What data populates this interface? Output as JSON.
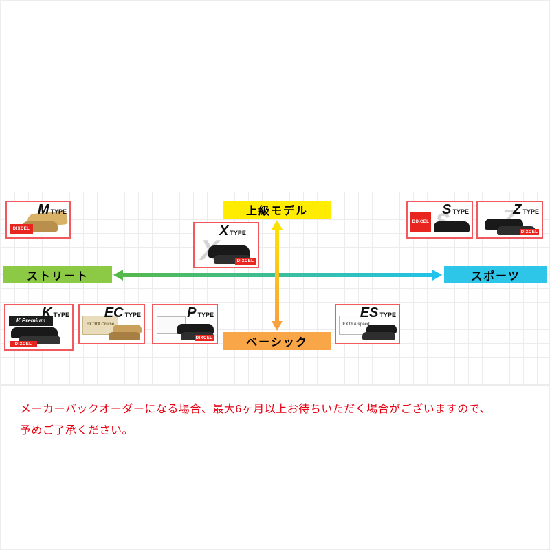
{
  "colors": {
    "card_border": "#f2595f",
    "grid_line": "#ececec",
    "axis_top_bg": "#ffec00",
    "axis_bottom_bg": "#f9a648",
    "axis_left_bg": "#8cc945",
    "axis_right_bg": "#2ec6e8",
    "arrow_horizontal": [
      "#55b84b",
      "#22c3e8"
    ],
    "arrow_vertical": [
      "#ffe100",
      "#f9a13c"
    ],
    "brand_red": "#e8251f",
    "notice_text": "#e60012"
  },
  "axes": {
    "top": {
      "label": "上級モデル"
    },
    "bottom": {
      "label": "ベーシック"
    },
    "left": {
      "label": "ストリート"
    },
    "right": {
      "label": "スポーツ"
    }
  },
  "products": {
    "m": {
      "letter": "M",
      "type_word": "TYPE",
      "brand": "DIXCEL"
    },
    "x": {
      "letter": "X",
      "type_word": "TYPE",
      "brand": "DIXCEL",
      "watermark": "X"
    },
    "s": {
      "letter": "S",
      "type_word": "TYPE",
      "brand": "DIXCEL",
      "watermark": "S"
    },
    "z": {
      "letter": "Z",
      "type_word": "TYPE",
      "brand": "DIXCEL",
      "watermark": "Z"
    },
    "k": {
      "letter": "K",
      "type_word": "TYPE",
      "brand": "DIXCEL",
      "plate": "K Premium"
    },
    "ec": {
      "letter": "EC",
      "type_word": "TYPE",
      "plate": "EXTRA Cruise"
    },
    "p": {
      "letter": "P",
      "type_word": "TYPE",
      "brand": "DIXCEL"
    },
    "es": {
      "letter": "ES",
      "type_word": "TYPE",
      "plate": "EXTRA speed"
    }
  },
  "notice": {
    "line1": "メーカーバックオーダーになる場合、最大6ヶ月以上お待ちいただく場合がございますので、",
    "line2": "予めご了承ください。"
  }
}
